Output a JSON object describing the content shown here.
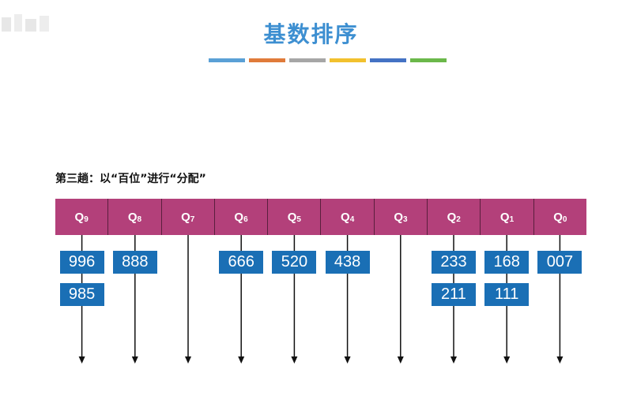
{
  "title": "基数排序",
  "subtitle": "第三趟：以“百位”进行“分配”",
  "color_bar": [
    "#5aa0d6",
    "#e07b3a",
    "#a6a6a6",
    "#f2c12e",
    "#4472c4",
    "#6bb84a"
  ],
  "queues": [
    {
      "label": "Q",
      "sub": "9",
      "items": [
        "996",
        "985"
      ]
    },
    {
      "label": "Q",
      "sub": "8",
      "items": [
        "888"
      ]
    },
    {
      "label": "Q",
      "sub": "7",
      "items": []
    },
    {
      "label": "Q",
      "sub": "6",
      "items": [
        "666"
      ]
    },
    {
      "label": "Q",
      "sub": "5",
      "items": [
        "520"
      ]
    },
    {
      "label": "Q",
      "sub": "4",
      "items": [
        "438"
      ]
    },
    {
      "label": "Q",
      "sub": "3",
      "items": []
    },
    {
      "label": "Q",
      "sub": "2",
      "items": [
        "233",
        "211"
      ]
    },
    {
      "label": "Q",
      "sub": "1",
      "items": [
        "168",
        "111"
      ]
    },
    {
      "label": "Q",
      "sub": "0",
      "items": [
        "007"
      ]
    }
  ]
}
